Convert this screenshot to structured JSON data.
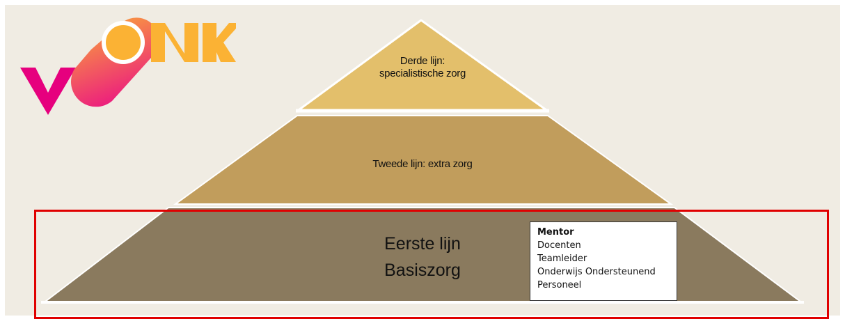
{
  "logo": {
    "text": "vONK",
    "colors": {
      "v": "#e6007e",
      "o_gradient_start": "#fbb234",
      "o_gradient_end": "#ec1d7e",
      "nk": "#fbb234"
    }
  },
  "pyramid": {
    "tiers": [
      {
        "id": "third",
        "lines": [
          "Derde lijn:",
          "specialistische zorg"
        ],
        "color": "#e3bf6b"
      },
      {
        "id": "second",
        "lines": [
          "Tweede lijn: extra zorg"
        ],
        "color": "#c19d5c"
      },
      {
        "id": "first",
        "lines": [
          "Eerste lijn",
          "Basiszorg"
        ],
        "color": "#8a7a5e"
      }
    ]
  },
  "roles_box": {
    "items": [
      "Mentor",
      "Docenten",
      "Teamleider",
      "Onderwijs Ondersteunend",
      "Personeel"
    ]
  },
  "colors": {
    "background": "#f0ece3",
    "highlight_border": "#e00000"
  }
}
